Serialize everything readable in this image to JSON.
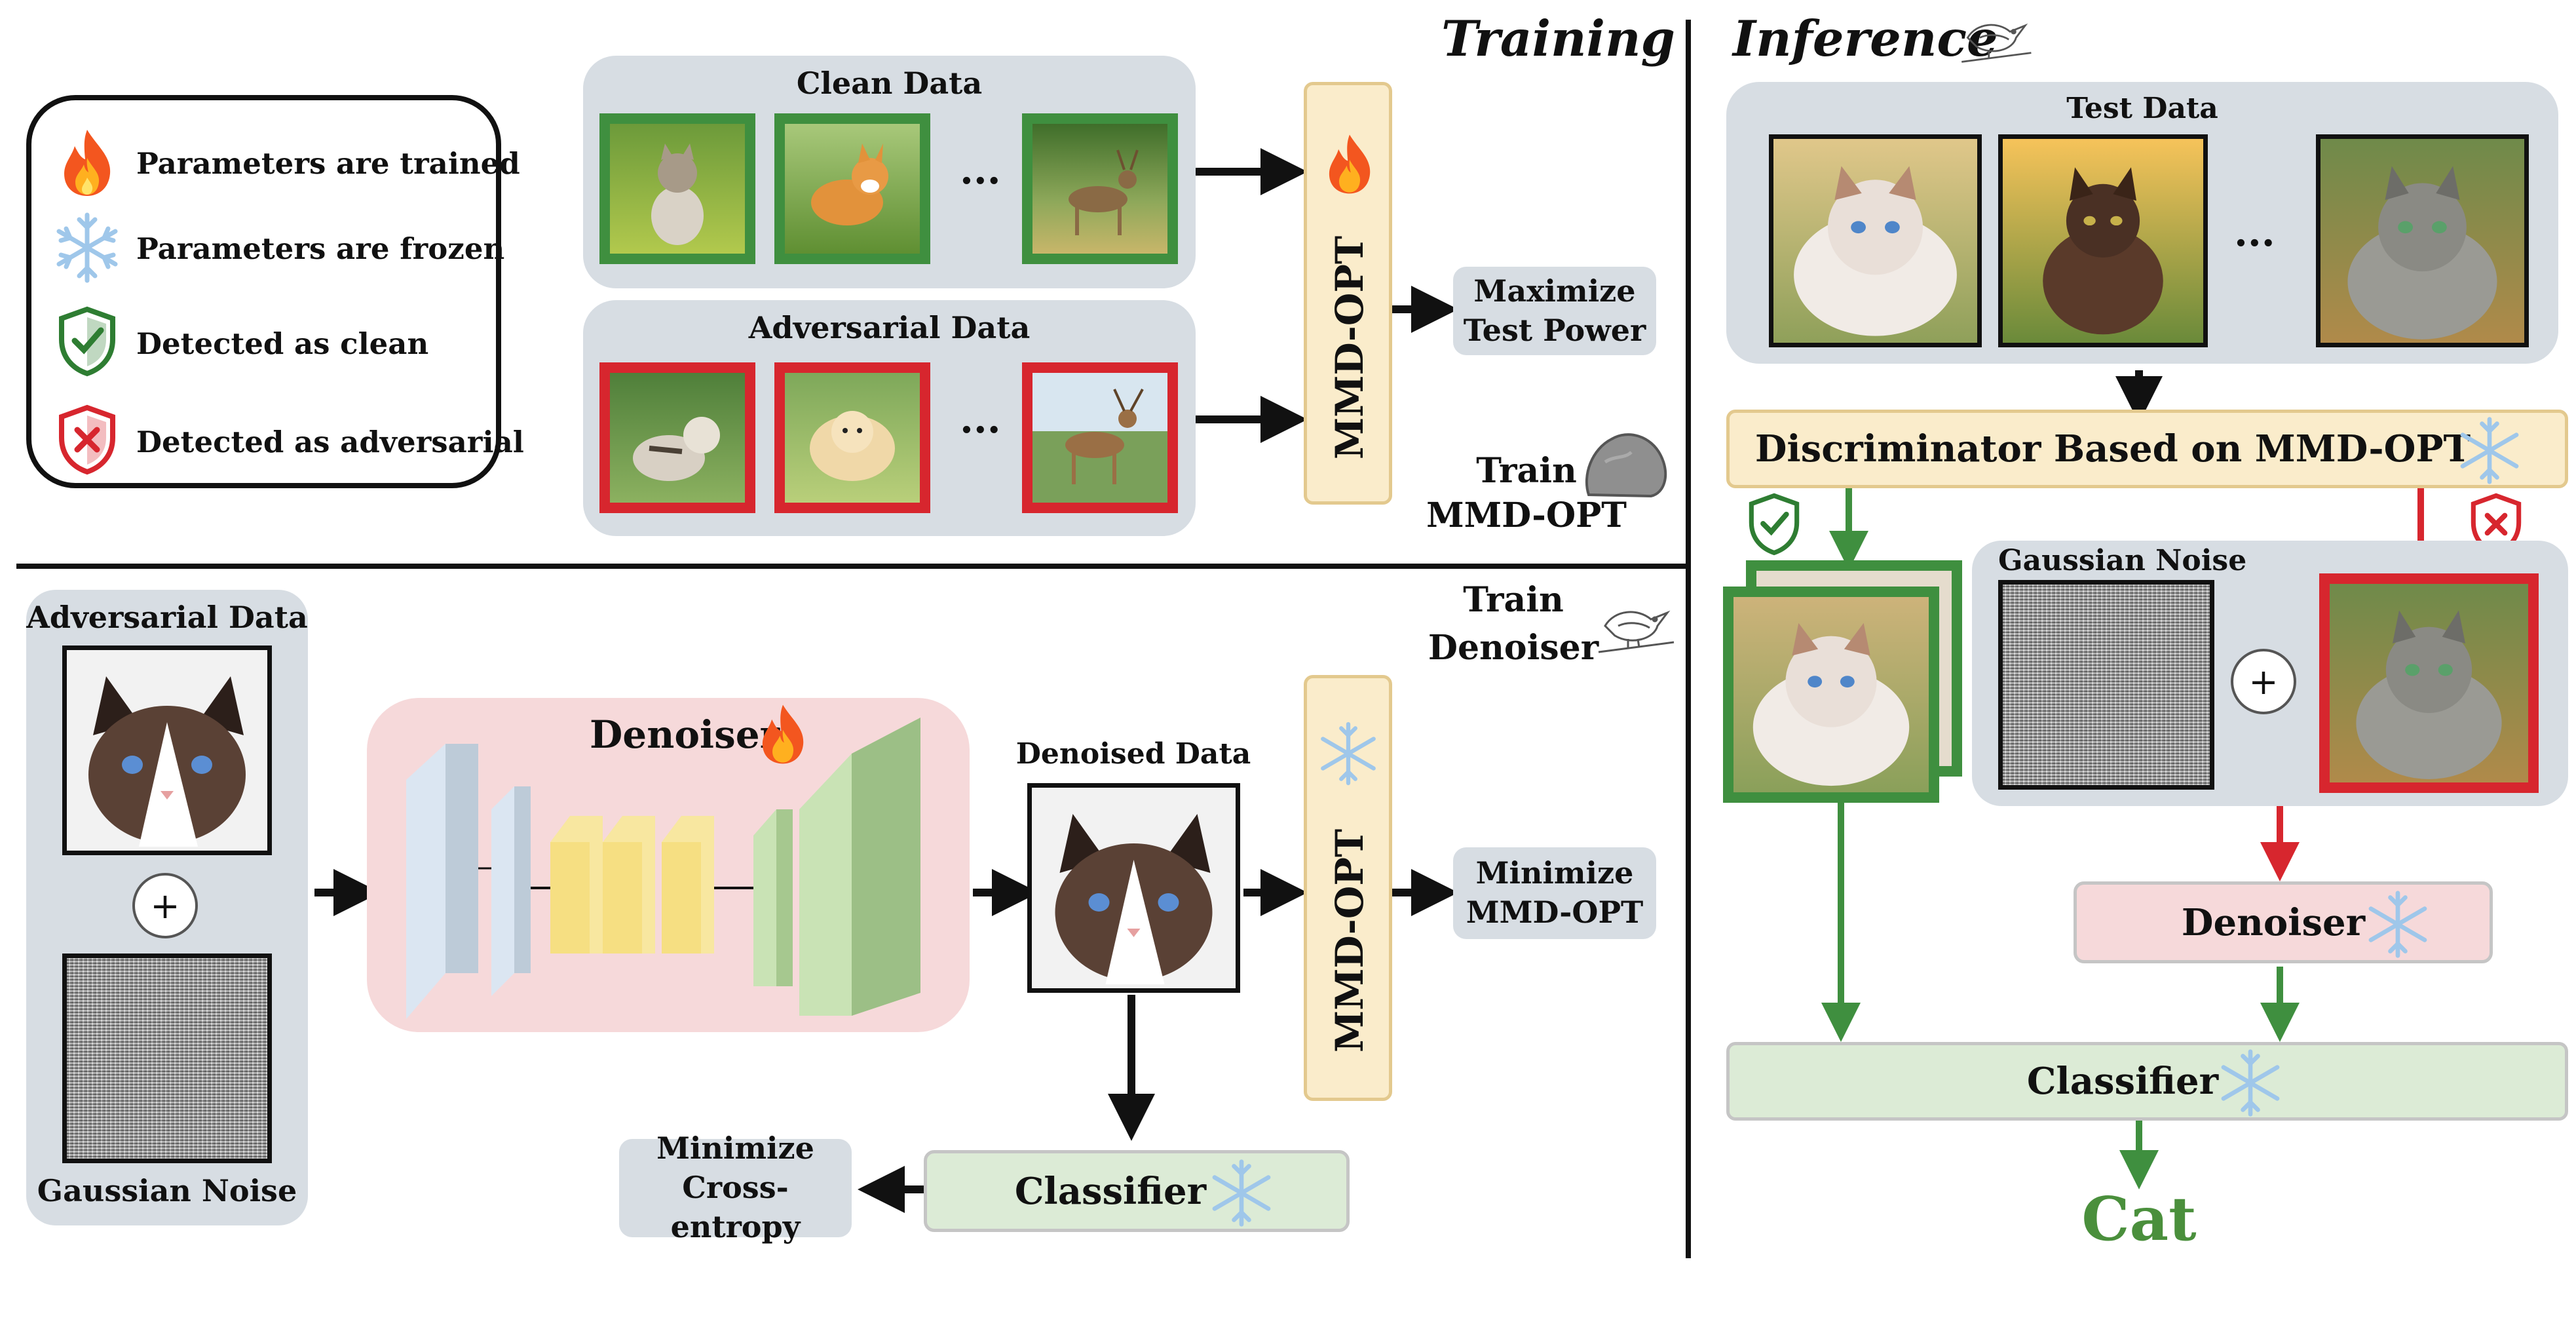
{
  "legend": {
    "items": [
      {
        "icon": "flame-icon",
        "text": "Parameters are trained"
      },
      {
        "icon": "snowflake-icon",
        "text": "Parameters are frozen"
      },
      {
        "icon": "green-shield-check-icon",
        "text": "Detected as clean"
      },
      {
        "icon": "red-shield-cross-icon",
        "text": "Detected as adversarial"
      }
    ]
  },
  "training": {
    "section_title": "Training",
    "clean_data_label": "Clean Data",
    "adversarial_data_label": "Adversarial Data",
    "ellipsis": "...",
    "mmd_opt_label": "MMD-OPT",
    "maximize_label": "Maximize Test Power",
    "train_mmd_label": "Train MMD-OPT"
  },
  "denoiser_training": {
    "adversarial_data_label": "Adversarial Data",
    "gaussian_noise_label": "Gaussian Noise",
    "plus": "+",
    "denoiser_label": "Denoiser",
    "denoised_data_label": "Denoised Data",
    "mmd_opt_label": "MMD-OPT",
    "minimize_mmd_label": "Minimize MMD-OPT",
    "classifier_label": "Classifier",
    "minimize_ce_label": "Minimize Cross-entropy",
    "train_denoiser_label": "Train Denoiser"
  },
  "inference": {
    "section_title": "Inference",
    "test_data_label": "Test Data",
    "ellipsis": "...",
    "discriminator_label": "Discriminator Based on MMD-OPT",
    "gaussian_noise_label": "Gaussian Noise",
    "plus": "+",
    "denoiser_label": "Denoiser",
    "classifier_label": "Classifier",
    "output_label": "Cat"
  },
  "colors": {
    "clean_green": "#3f8f3f",
    "adversarial_red": "#d7262e",
    "panel_gray": "#d7dde3",
    "mmd_yellow": "#faeccb",
    "denoiser_pink": "#f6d9da",
    "classifier_green": "#dcebd6",
    "output_green": "#4a8f3c"
  }
}
